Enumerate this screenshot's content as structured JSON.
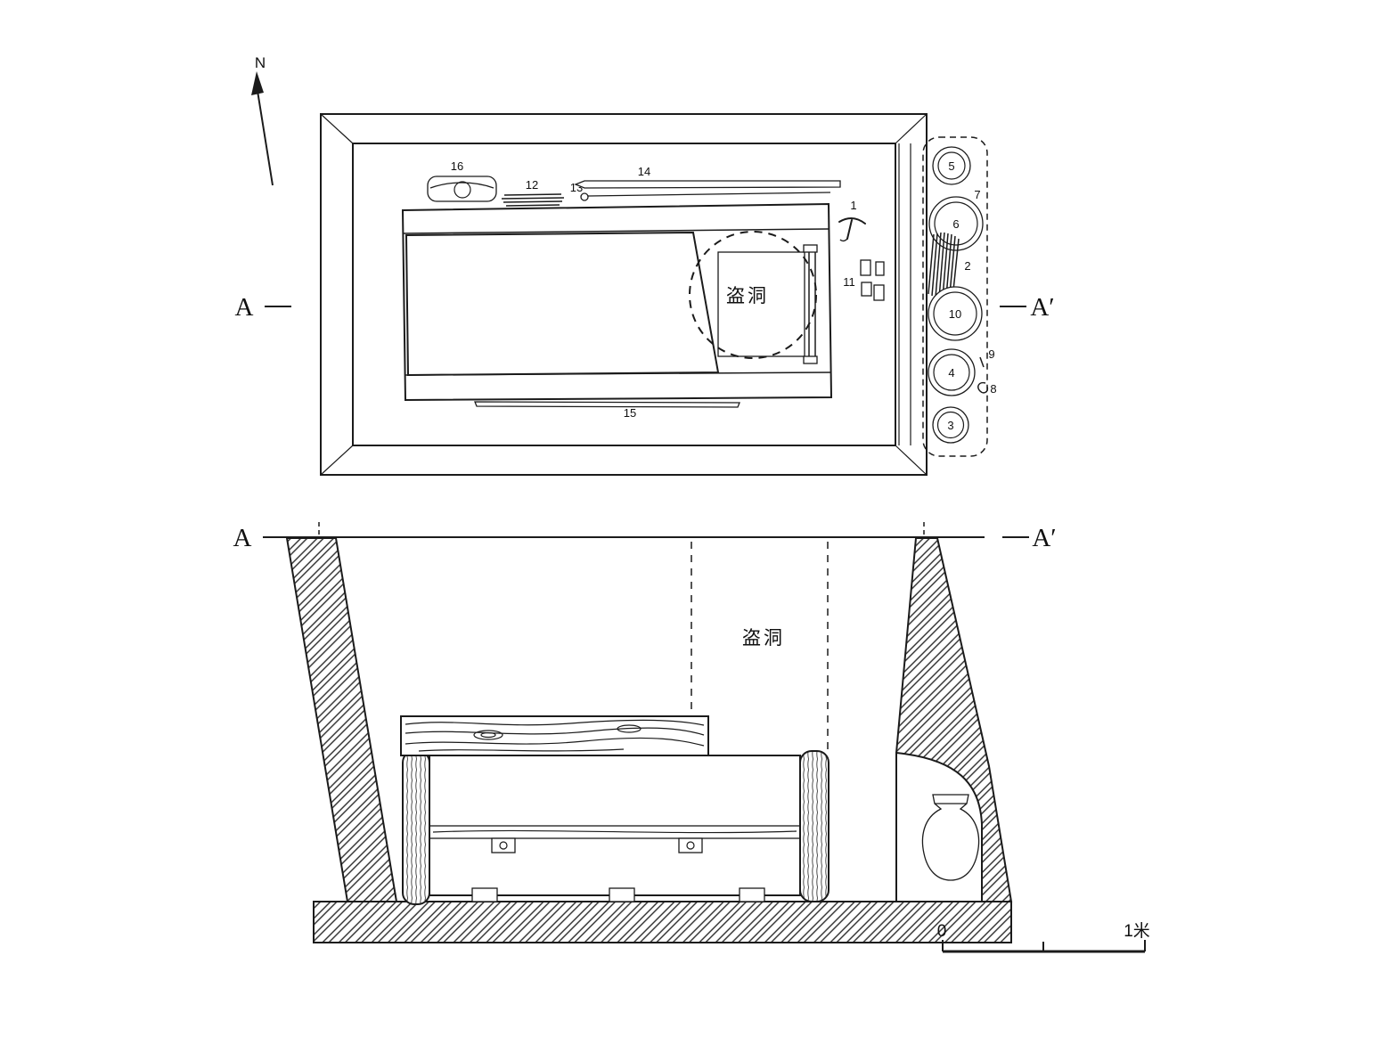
{
  "figure": {
    "kind": "archaeological tomb excavation drawing (plan and section)",
    "ink_color": "#1b1b1b",
    "paper_color": "#ffffff"
  },
  "compass": {
    "north_label": "N"
  },
  "plan_view": {
    "section_marker_left": "A",
    "section_marker_right": "A′",
    "robber_hole_label": "盗洞",
    "artifact_numbers": {
      "n1": "1",
      "n2": "2",
      "n3": "3",
      "n4": "4",
      "n5": "5",
      "n6": "6",
      "n7": "7",
      "n8": "8",
      "n9": "9",
      "n10": "10",
      "n11": "11",
      "n12": "12",
      "n13": "13",
      "n14": "14",
      "n15": "15",
      "n16": "16"
    }
  },
  "section_view": {
    "section_marker_left": "A",
    "section_marker_right": "A′",
    "robber_hole_label": "盗洞"
  },
  "scale_bar": {
    "zero_label": "0",
    "max_label": "1米"
  }
}
